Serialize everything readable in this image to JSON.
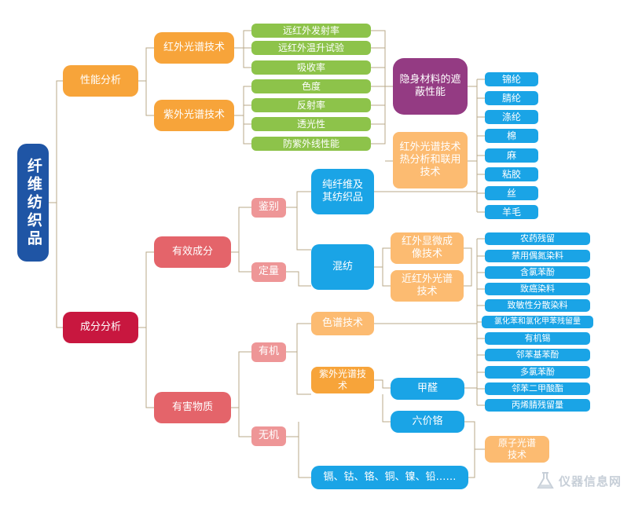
{
  "root": "纤维纺织品",
  "l1": {
    "performance": "性能分析",
    "composition": "成分分析"
  },
  "performance": {
    "ir": "红外光谱技术",
    "uv": "紫外光谱技术",
    "ir_items": [
      "远红外发射率",
      "远红外温升试验",
      "吸收率"
    ],
    "uv_items": [
      "色度",
      "反射率",
      "透光性",
      "防紫外线性能"
    ],
    "stealth": "隐身材料的遮蔽性能",
    "ir_thermal": "红外光谱技术热分析和联用技术",
    "fibers": [
      "锦纶",
      "腈纶",
      "涤纶",
      "棉",
      "麻",
      "粘胶",
      "丝",
      "羊毛"
    ]
  },
  "composition": {
    "effective": "有效成分",
    "identify": "鉴别",
    "quantify": "定量",
    "pure": "纯纤维及其纺织品",
    "blend": "混纺",
    "ir_micro": "红外显微成像技术",
    "nir": "近红外光谱技术",
    "harmful": "有害物质",
    "organic": "有机",
    "inorganic": "无机",
    "chromatography": "色谱技术",
    "uv": "紫外光谱技术",
    "formaldehyde": "甲醛",
    "cr6": "六价铬",
    "aas": "原子光谱技术",
    "metals": "镉、钴、铬、铜、镍、铅……",
    "substances": [
      "农药残留",
      "禁用偶氮染料",
      "含氯苯酚",
      "致癌染料",
      "致敏性分散染料",
      "氯化苯和氯化甲苯残留量",
      "有机锡",
      "邻苯基苯酚",
      "多氯苯酚",
      "邻苯二甲酸酯",
      "丙烯腈残留量"
    ]
  },
  "watermark": "仪器信息网"
}
